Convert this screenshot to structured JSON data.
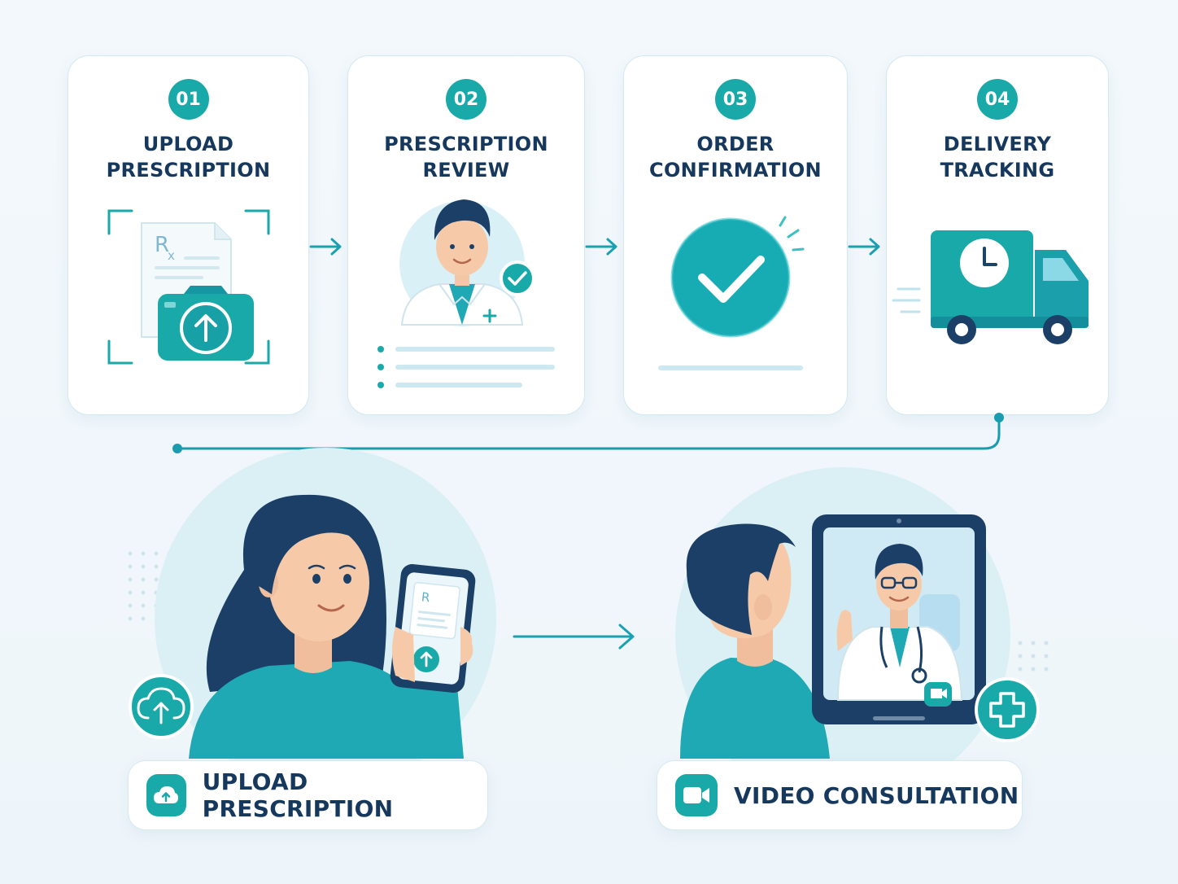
{
  "steps": [
    {
      "number": "01",
      "title_line1": "UPLOAD",
      "title_line2": "PRESCRIPTION"
    },
    {
      "number": "02",
      "title_line1": "PRESCRIPTION",
      "title_line2": "REVIEW"
    },
    {
      "number": "03",
      "title_line1": "ORDER",
      "title_line2": "CONFIRMATION"
    },
    {
      "number": "04",
      "title_line1": "DELIVERY",
      "title_line2": "TRACKING"
    }
  ],
  "bottom": {
    "left_label": "UPLOAD PRESCRIPTION",
    "right_label": "VIDEO CONSULTATION"
  },
  "colors": {
    "accent": "#1aa9a9",
    "navy": "#16385c",
    "light": "#d9f1f6"
  },
  "icons": [
    "rx-document-icon",
    "camera-upload-icon",
    "doctor-avatar-icon",
    "check-badge-icon",
    "checkmark-circle-icon",
    "delivery-truck-icon",
    "cloud-upload-icon",
    "video-camera-icon",
    "medical-plus-icon"
  ]
}
